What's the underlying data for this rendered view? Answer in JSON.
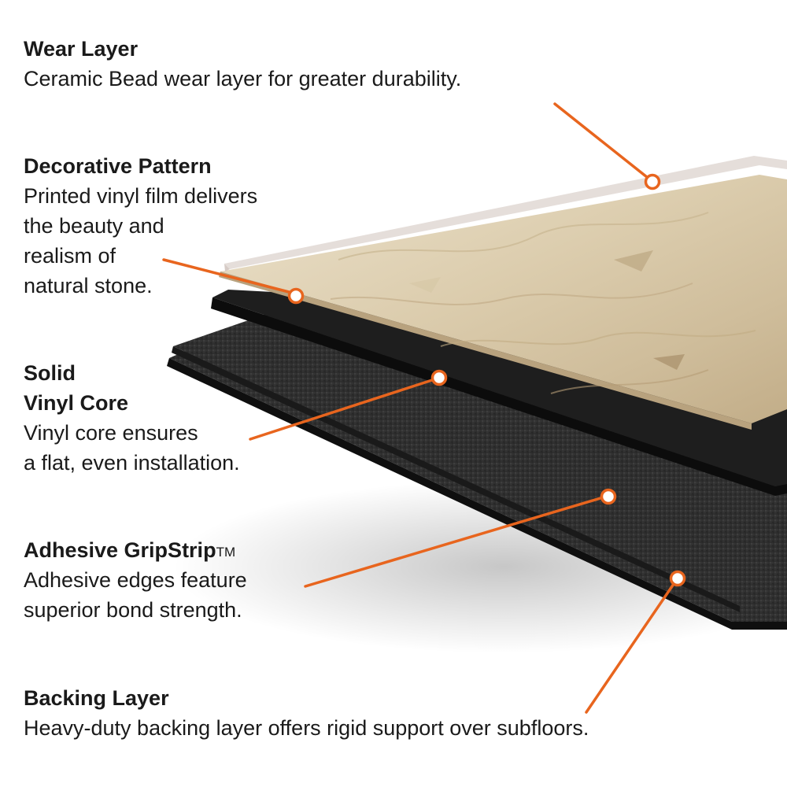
{
  "layers": [
    {
      "id": "wear",
      "title": "Wear Layer",
      "description": "Ceramic Bead wear layer for greater durability."
    },
    {
      "id": "decorative",
      "title": "Decorative Pattern",
      "description_lines": [
        "Printed vinyl film delivers",
        "the beauty and",
        "realism of",
        "natural stone."
      ]
    },
    {
      "id": "core",
      "title_lines": [
        "Solid",
        "Vinyl Core"
      ],
      "description_lines": [
        "Vinyl core ensures",
        "a flat, even installation."
      ]
    },
    {
      "id": "gripstrip",
      "title": "Adhesive GripStrip",
      "title_mark": "TM",
      "description_lines": [
        "Adhesive edges feature",
        "superior bond strength."
      ]
    },
    {
      "id": "backing",
      "title": "Backing Layer",
      "description": "Heavy-duty backing layer offers rigid support over subfloors."
    }
  ],
  "colors": {
    "callout": "#e8651e",
    "text": "#1a1a1a",
    "stone_light": "#e3d6bd",
    "stone_mid": "#cdbb98",
    "vinyl_core": "#1c1c1c",
    "adhesive": "#2e2e2e",
    "backing": "#141414",
    "wear_film": "#ece6e3"
  }
}
